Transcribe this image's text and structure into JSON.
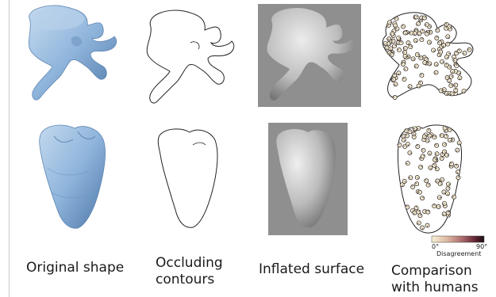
{
  "captions": {
    "original_shape": "Original shape",
    "occluding_contours": [
      "Occluding",
      "contours"
    ],
    "inflated_surface": "Inflated surface",
    "comparison_with_humans": [
      "Comparison",
      "with humans"
    ]
  },
  "legend": {
    "min_label": "0°",
    "max_label": "90°",
    "title": "Disagreement",
    "gradient_colors": [
      "#f7f1d6",
      "#dcb7a0",
      "#a8666a",
      "#5a1f2f",
      "#1a1010"
    ]
  },
  "colors": {
    "shape_fill": "#8fb5dc",
    "shape_shadow": "#5d85b3",
    "inflated_bg": "#8f8f8f",
    "inflated_fill": "#c7c7c7"
  }
}
